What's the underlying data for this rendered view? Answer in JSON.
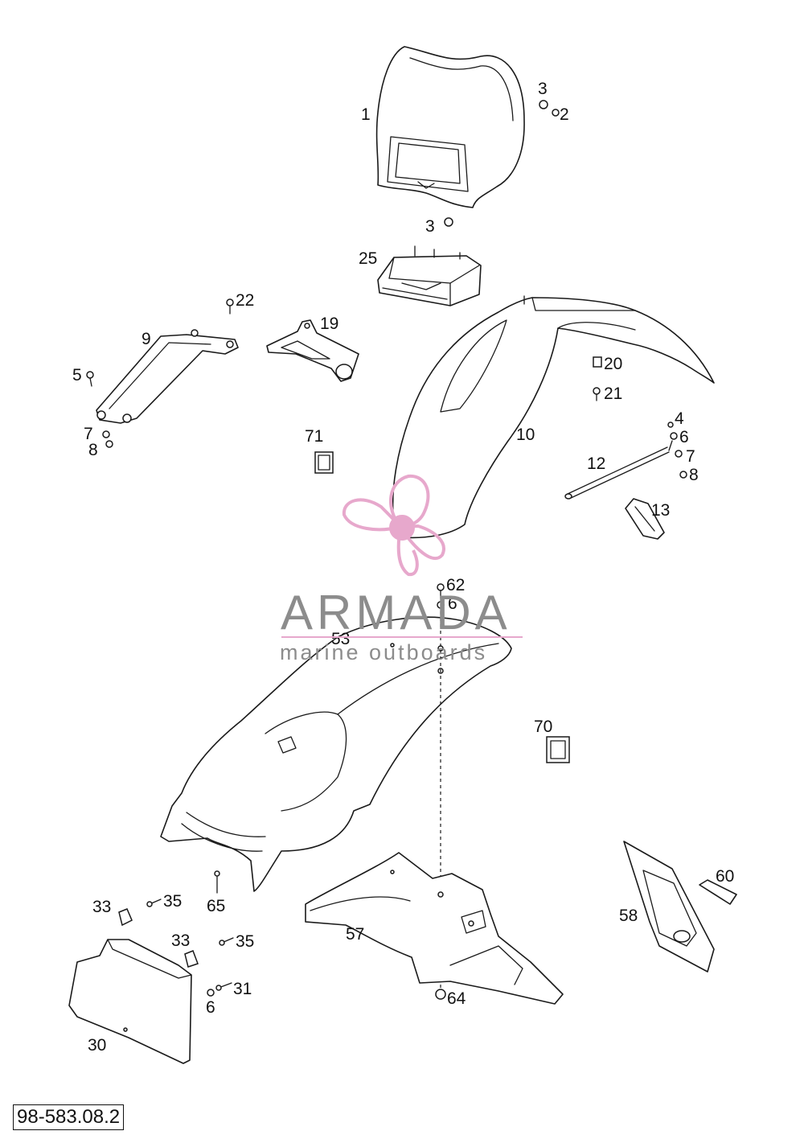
{
  "diagram": {
    "reference_number": "98-583.08.2",
    "callouts": [
      "1",
      "2",
      "3",
      "3",
      "4",
      "5",
      "6",
      "6",
      "6",
      "7",
      "7",
      "8",
      "8",
      "9",
      "10",
      "12",
      "13",
      "19",
      "20",
      "21",
      "22",
      "25",
      "30",
      "31",
      "33",
      "33",
      "35",
      "35",
      "53",
      "57",
      "58",
      "60",
      "62",
      "64",
      "65",
      "70",
      "71"
    ]
  },
  "watermark": {
    "brand": "ARMADA",
    "tagline": "marine outboards",
    "logo_color": "#e7a8cc",
    "text_color": "#8c8c8c"
  }
}
